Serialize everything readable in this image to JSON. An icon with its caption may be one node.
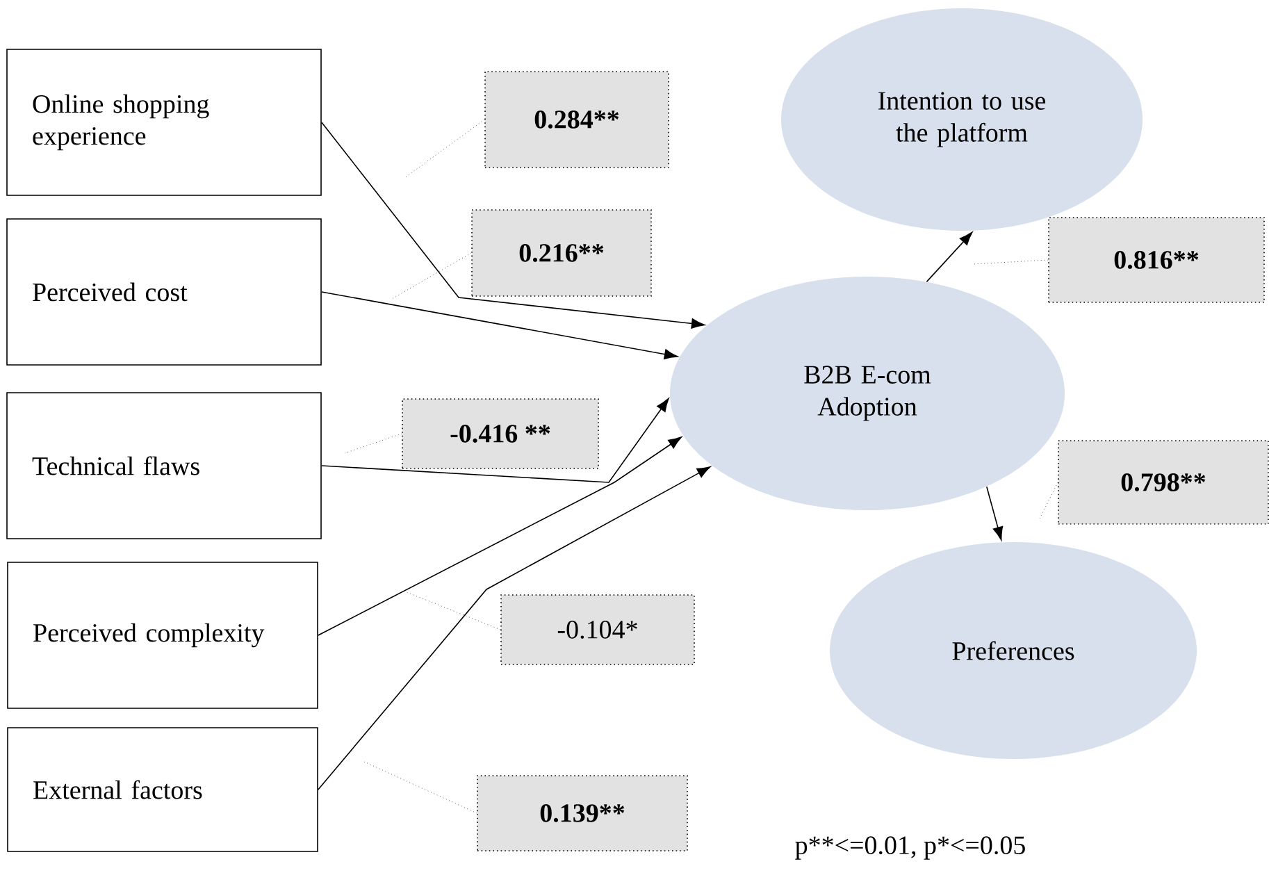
{
  "diagram": {
    "nodes": [
      {
        "text": [
          "Online shopping experience"
        ]
      },
      {
        "text": [
          "Perceived cost"
        ]
      },
      {
        "text": [
          "Technical flaws"
        ]
      },
      {
        "text": [
          "Perceived complexity"
        ]
      },
      {
        "text": [
          "External factors"
        ]
      },
      {
        "text": [
          "Intention to use the platform"
        ]
      },
      {
        "text": [
          "B2B E-com Adoption"
        ]
      },
      {
        "text": [
          "Preferences"
        ]
      },
      {
        "text": [
          "0.284**"
        ]
      },
      {
        "text": [
          "0.216**"
        ]
      },
      {
        "text": [
          "-0.416 **"
        ]
      },
      {
        "text": [
          "-0.104*"
        ]
      },
      {
        "text": [
          "0.139**"
        ]
      },
      {
        "text": [
          "0.816**"
        ]
      },
      {
        "text": [
          "0.798**"
        ]
      }
    ],
    "edges": [
      {
        "from": 0,
        "to": 6,
        "arrow": "to"
      },
      {
        "from": 1,
        "to": 6,
        "arrow": "to"
      },
      {
        "from": 2,
        "to": 6,
        "arrow": "to"
      },
      {
        "from": 3,
        "to": 6,
        "arrow": "to"
      },
      {
        "from": 4,
        "to": 6,
        "arrow": "to"
      },
      {
        "from": 6,
        "to": 5,
        "arrow": "to"
      },
      {
        "from": 6,
        "to": 7,
        "arrow": "to"
      },
      {
        "from": 8,
        "to": null,
        "arrow": "none",
        "style": "dashed"
      },
      {
        "from": 9,
        "to": null,
        "arrow": "none",
        "style": "dashed"
      },
      {
        "from": 10,
        "to": null,
        "arrow": "none",
        "style": "dashed"
      },
      {
        "from": 11,
        "to": null,
        "arrow": "none",
        "style": "dashed"
      },
      {
        "from": 12,
        "to": null,
        "arrow": "none",
        "style": "dashed"
      },
      {
        "from": 13,
        "to": null,
        "arrow": "none",
        "style": "dashed"
      },
      {
        "from": 14,
        "to": null,
        "arrow": "none",
        "style": "dashed"
      }
    ],
    "labels": [
      "p**<=0.01, p*<=0.05"
    ]
  }
}
